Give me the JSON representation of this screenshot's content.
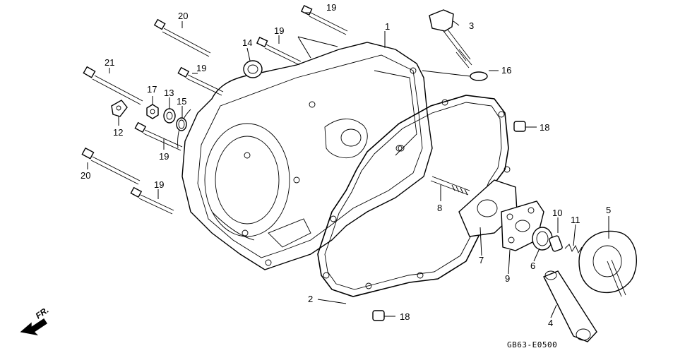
{
  "diagram": {
    "drawing_code": "GB63-E0500",
    "orientation_label": "FR.",
    "callouts": [
      {
        "id": "20",
        "label": "20"
      },
      {
        "id": "19",
        "label": "19"
      },
      {
        "id": "3",
        "label": "3"
      },
      {
        "id": "1",
        "label": "1"
      },
      {
        "id": "19",
        "label": "19"
      },
      {
        "id": "14",
        "label": "14"
      },
      {
        "id": "16",
        "label": "16"
      },
      {
        "id": "21",
        "label": "21"
      },
      {
        "id": "19",
        "label": "19"
      },
      {
        "id": "17",
        "label": "17"
      },
      {
        "id": "13",
        "label": "13"
      },
      {
        "id": "15",
        "label": "15"
      },
      {
        "id": "12",
        "label": "12"
      },
      {
        "id": "18",
        "label": "18"
      },
      {
        "id": "19",
        "label": "19"
      },
      {
        "id": "20",
        "label": "20"
      },
      {
        "id": "19",
        "label": "19"
      },
      {
        "id": "8",
        "label": "8"
      },
      {
        "id": "5",
        "label": "5"
      },
      {
        "id": "10",
        "label": "10"
      },
      {
        "id": "11",
        "label": "11"
      },
      {
        "id": "7",
        "label": "7"
      },
      {
        "id": "9",
        "label": "9"
      },
      {
        "id": "6",
        "label": "6"
      },
      {
        "id": "2",
        "label": "2"
      },
      {
        "id": "18",
        "label": "18"
      },
      {
        "id": "4",
        "label": "4"
      }
    ]
  }
}
